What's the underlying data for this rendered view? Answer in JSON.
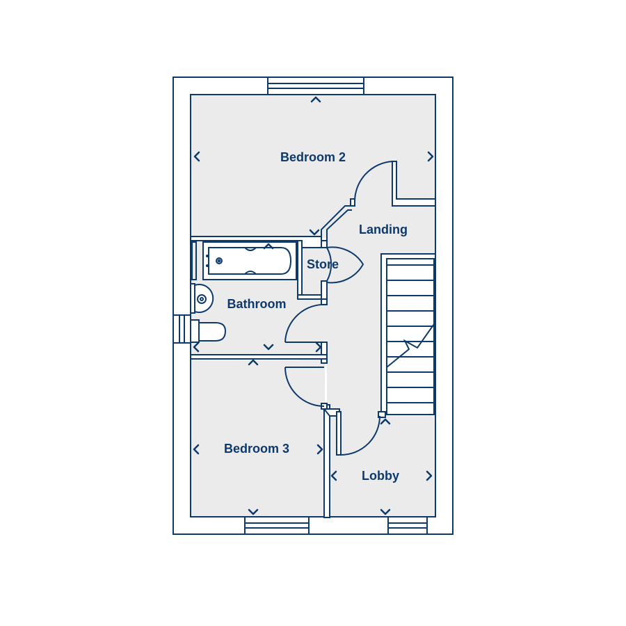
{
  "colors": {
    "line": "#0d3a6b",
    "floor": "#ebebeb",
    "wall_fill": "#ffffff",
    "background": "#ffffff"
  },
  "rooms": {
    "bedroom2": "Bedroom 2",
    "landing": "Landing",
    "store": "Store",
    "bathroom": "Bathroom",
    "bedroom3": "Bedroom 3",
    "lobby": "Lobby"
  },
  "icons": {
    "dimension_marker": "chevron-icon",
    "door": "door-swing-icon",
    "window": "window-icon",
    "bath": "bathtub-icon",
    "basin": "wash-basin-icon",
    "toilet": "toilet-icon",
    "stairs": "staircase-icon"
  }
}
